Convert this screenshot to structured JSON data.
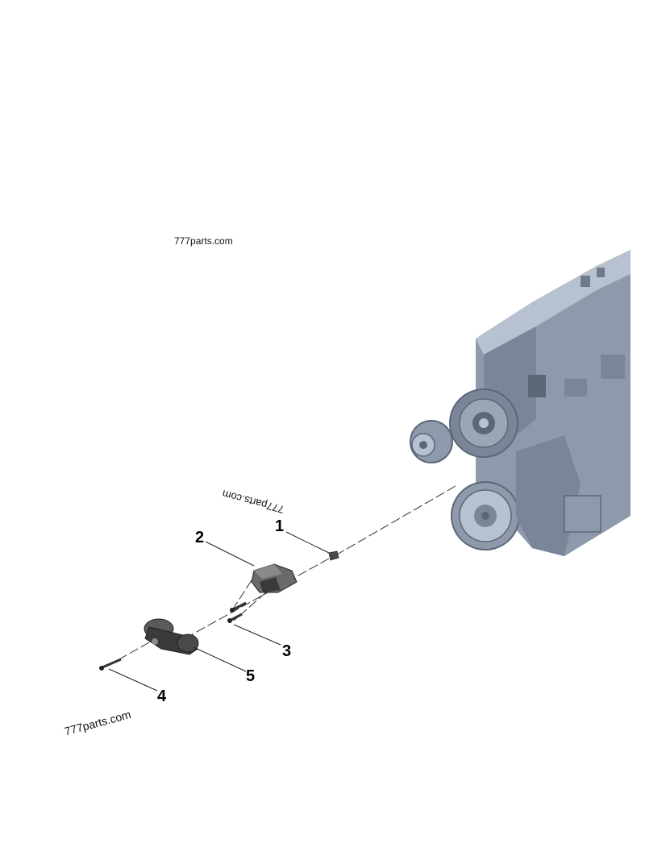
{
  "watermarks": {
    "top": "777parts.com",
    "middle": "777parts.com",
    "bottom": "777parts.com"
  },
  "callouts": [
    "1",
    "2",
    "3",
    "4",
    "5"
  ],
  "colors": {
    "engine_body": "#8e9aab",
    "engine_dark": "#5c6676",
    "engine_light": "#b7c1cf",
    "part_dark": "#3a3a3a",
    "part_mid": "#6a6a6a",
    "leader": "#222222",
    "background": "#ffffff"
  }
}
